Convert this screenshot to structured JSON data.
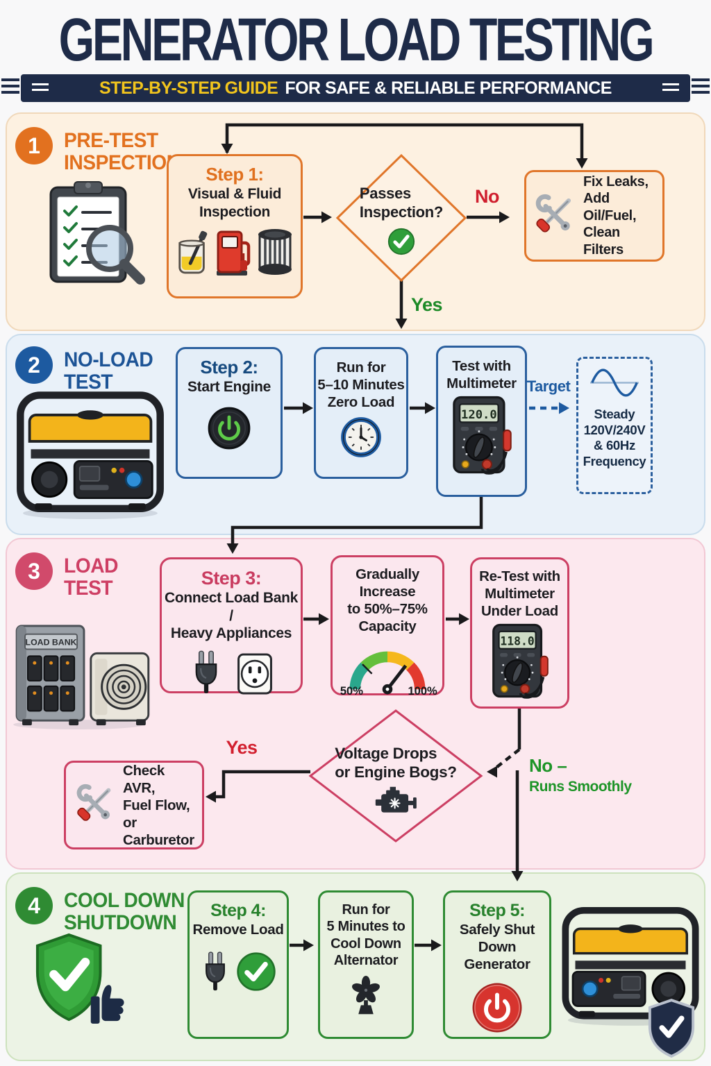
{
  "header": {
    "title": "GENERATOR LOAD TESTING",
    "subtitle_em": "STEP-BY-STEP GUIDE",
    "subtitle_rest": "FOR SAFE & RELIABLE PERFORMANCE"
  },
  "s1": {
    "num": "1",
    "title": "PRE-TEST\nINSPECTION",
    "step_title": "Step 1:",
    "step_body": "Visual & Fluid\nInspection",
    "decision": "Passes\nInspection?",
    "no": "No",
    "yes": "Yes",
    "fix": "Fix Leaks,\nAdd Oil/Fuel,\nClean Filters"
  },
  "s2": {
    "num": "2",
    "title": "NO-LOAD\nTEST",
    "step_title": "Step 2:",
    "step_body": "Start Engine",
    "run": "Run for\n5–10 Minutes\nZero Load",
    "test": "Test with\nMultimeter",
    "meter": "120.0",
    "target": "Target",
    "goal": "Steady\n120V/240V\n& 60Hz\nFrequency"
  },
  "s3": {
    "num": "3",
    "title": "LOAD\nTEST",
    "loadbank": "LOAD BANK",
    "step_title": "Step 3:",
    "step_body": "Connect Load Bank /\nHeavy Appliances",
    "increase": "Gradually Increase\nto 50%–75%\nCapacity",
    "g_min": "50%",
    "g_max": "100%",
    "retest": "Re-Test with\nMultimeter\nUnder Load",
    "meter": "118.0",
    "decision": "Voltage Drops\nor Engine Bogs?",
    "yes": "Yes",
    "no": "No –",
    "no_sub": "Runs Smoothly",
    "check": "Check AVR,\nFuel Flow,\nor Carburetor"
  },
  "s4": {
    "num": "4",
    "title": "COOL DOWN &\nSHUTDOWN",
    "step4_title": "Step 4:",
    "step4_body": "Remove Load",
    "cool": "Run for\n5 Minutes to\nCool Down\nAlternator",
    "step5_title": "Step 5:",
    "step5_body": "Safely Shut Down\nGenerator"
  },
  "colors": {
    "navy": "#1e2b48",
    "accent_yellow": "#f2c51d",
    "section1_orange": "#e2711f",
    "section2_blue": "#1d5aa0",
    "section3_pink": "#ce3f64",
    "section4_green": "#2f8b33",
    "yes_green": "#1d8a27",
    "no_red": "#cf1f2e"
  }
}
